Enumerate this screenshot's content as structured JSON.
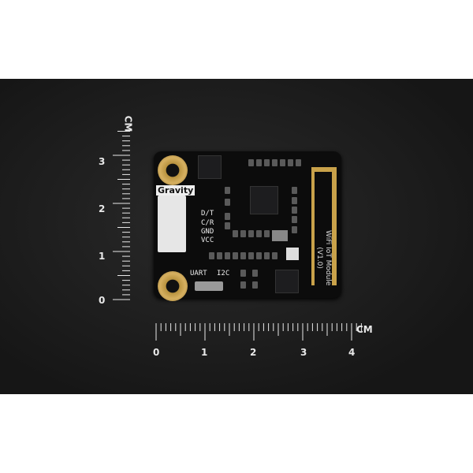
{
  "ruler_vertical": {
    "unit": "CM",
    "labels": [
      "3",
      "2",
      "1",
      "0"
    ]
  },
  "ruler_horizontal": {
    "unit": "CM",
    "labels": [
      "0",
      "1",
      "2",
      "3",
      "4"
    ]
  },
  "board": {
    "brand_label": "Gravity",
    "pins": [
      "D/T",
      "C/R",
      "GND",
      "VCC"
    ],
    "switch_labels": [
      "UART",
      "I2C"
    ],
    "module_title": "WiFi IoT Module",
    "module_version": "(V1.0)"
  },
  "colors": {
    "pcb": "#0c0c0c",
    "gold": "#c9a24a",
    "background": "#1e1e1e"
  }
}
